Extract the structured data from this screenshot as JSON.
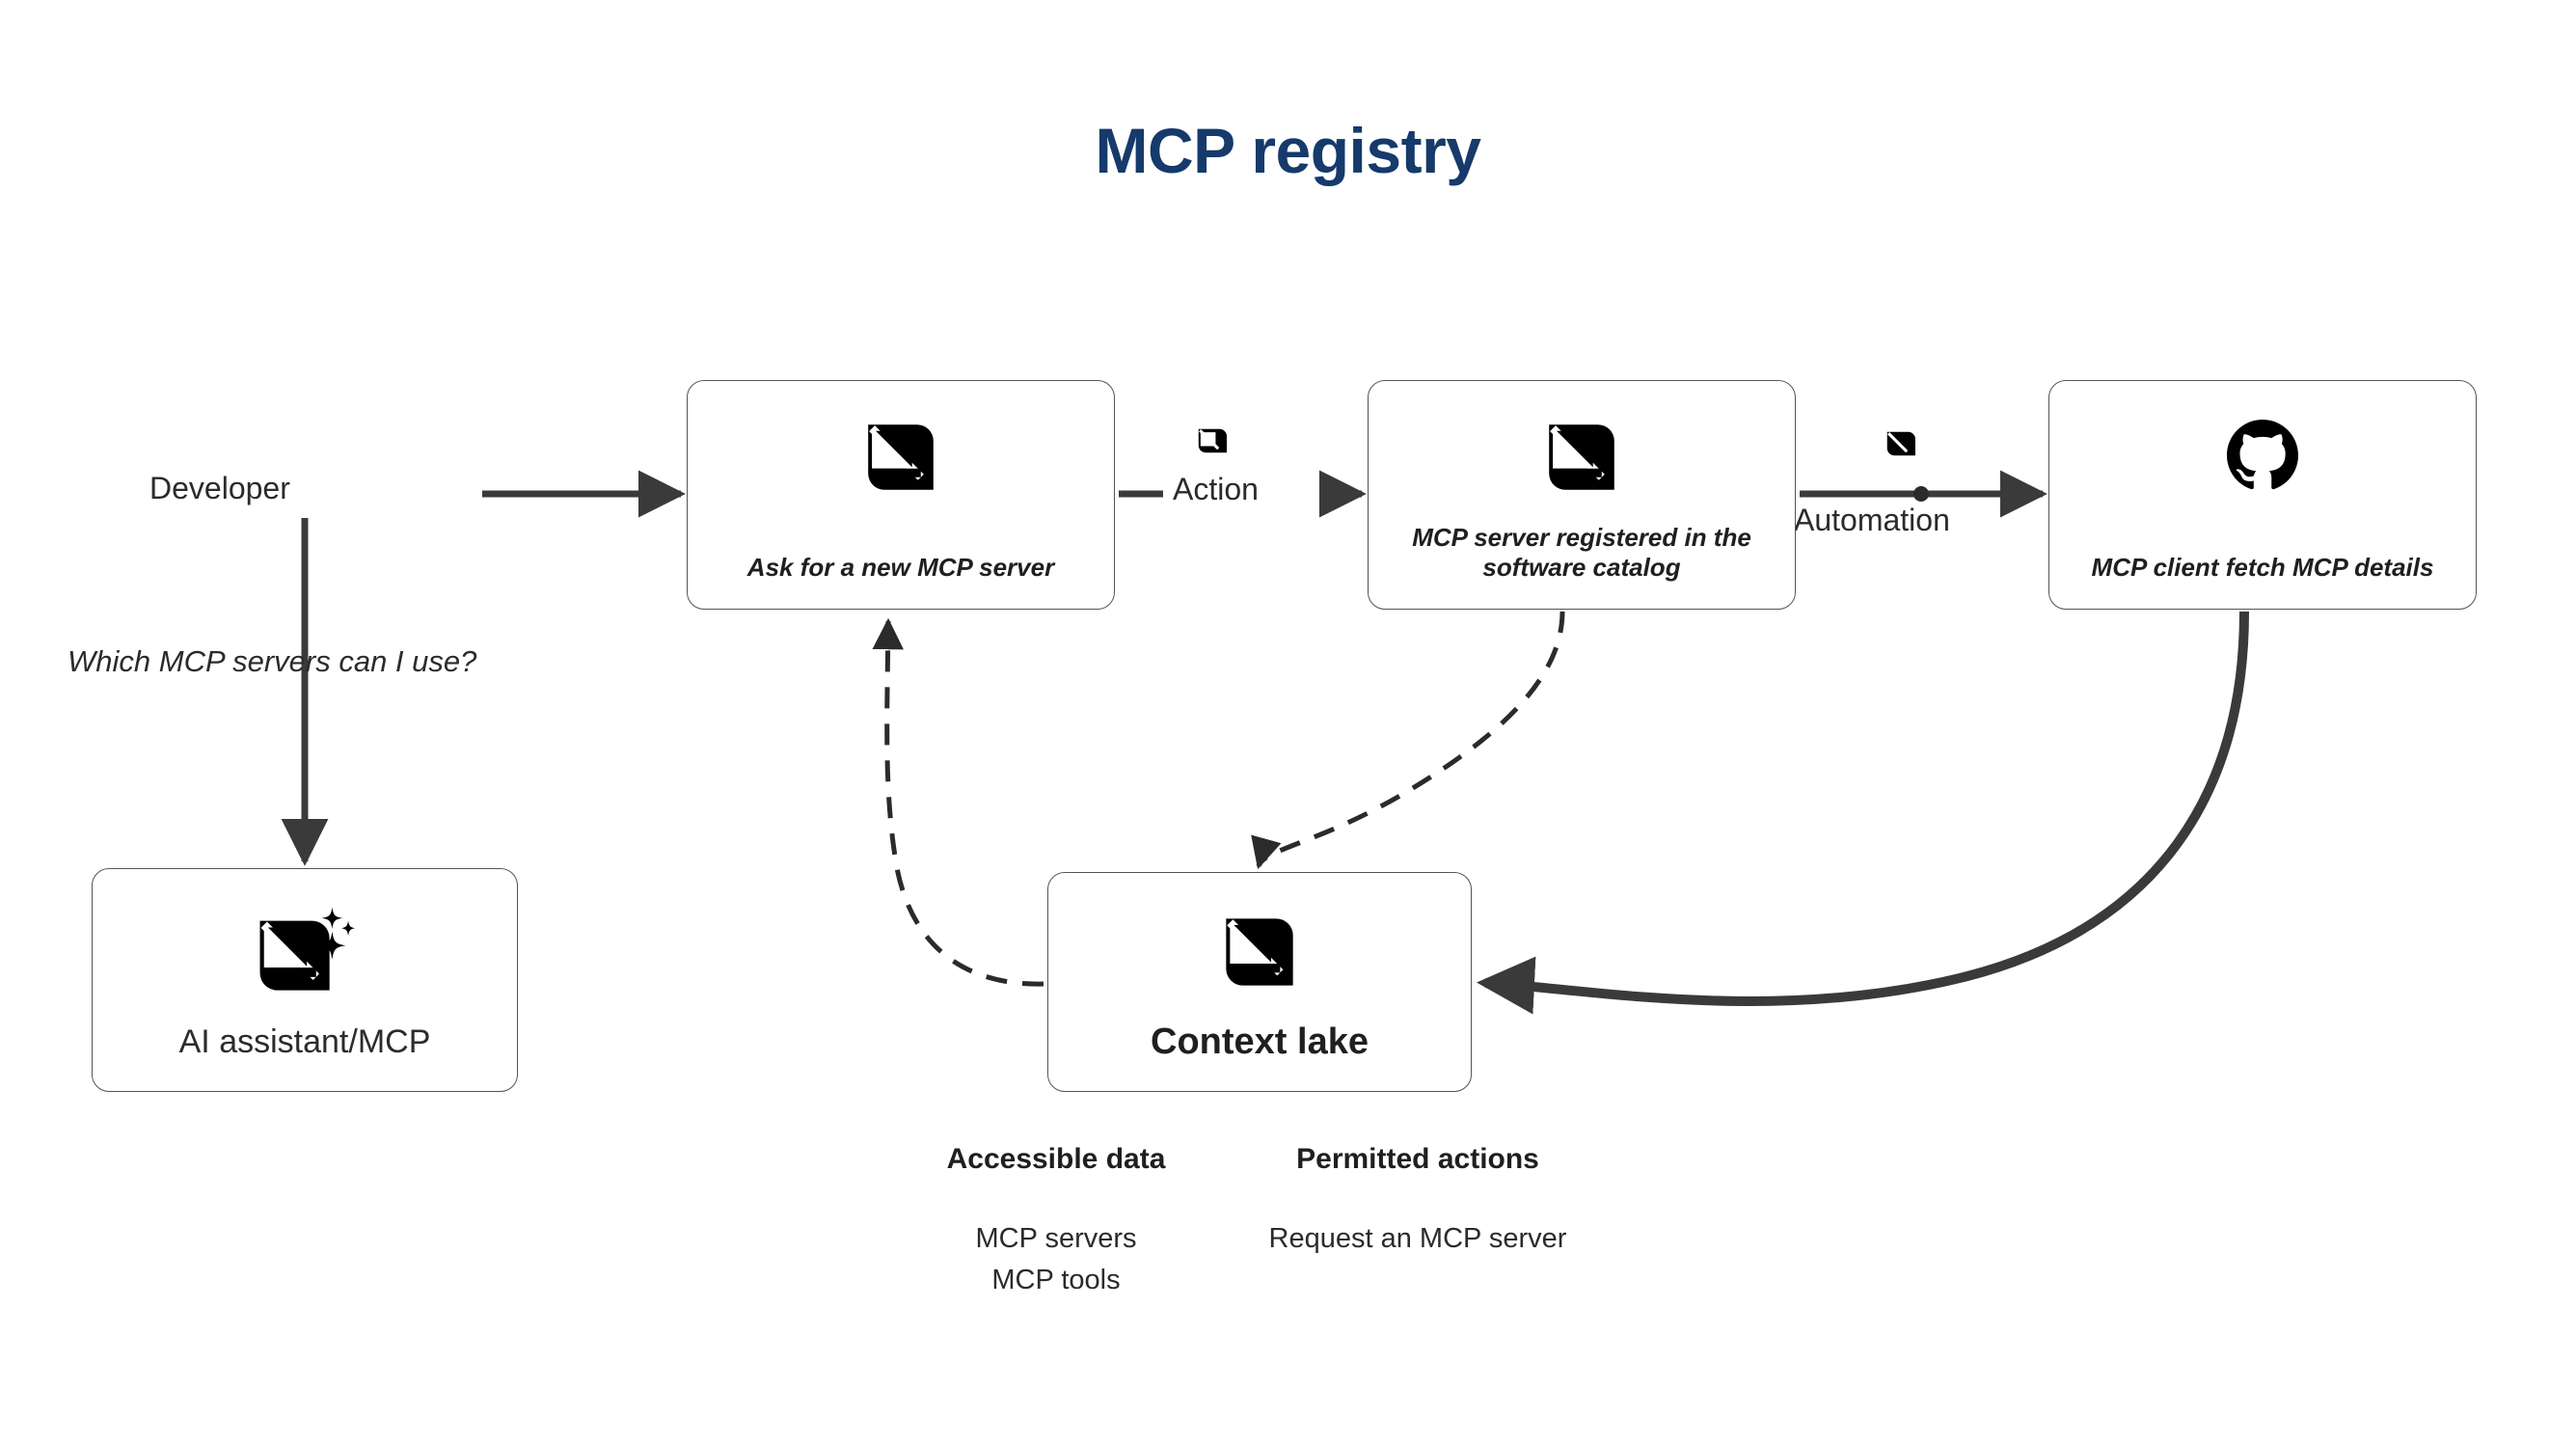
{
  "title": "MCP registry",
  "colors": {
    "title": "#153a6b",
    "node_border": "#555555",
    "edge": "#3a3a3a",
    "text": "#2b2b2b",
    "icon": "#000000",
    "background": "#ffffff"
  },
  "actors": {
    "developer_label": "Developer",
    "developer_question": "Which MCP servers can I use?"
  },
  "nodes": [
    {
      "id": "ai-assistant",
      "label": "AI assistant/MCP",
      "icon": "mcp-sparkle-icon",
      "style": "regular"
    },
    {
      "id": "ask-new-server",
      "label": "Ask for a new MCP server",
      "icon": "mcp-icon",
      "style": "bold-italic"
    },
    {
      "id": "registered-catalog",
      "label": "MCP server registered in the software catalog",
      "icon": "mcp-icon",
      "style": "bold-italic"
    },
    {
      "id": "client-fetch",
      "label": "MCP client fetch MCP details",
      "icon": "github-icon",
      "style": "bold-italic"
    },
    {
      "id": "context-lake",
      "label": "Context lake",
      "icon": "mcp-icon",
      "style": "bold"
    }
  ],
  "edges": [
    {
      "id": "developer-to-ask",
      "label": "",
      "style": "solid-arrow"
    },
    {
      "id": "developer-to-assistant",
      "label": "",
      "style": "solid-arrow"
    },
    {
      "id": "ask-to-registered",
      "label": "Action",
      "icon": "mcp-icon",
      "style": "solid-arrow"
    },
    {
      "id": "registered-to-fetch",
      "label": "Automation",
      "icon": "mcp-icon",
      "style": "solid-arrow-dot"
    },
    {
      "id": "registered-to-lake",
      "label": "",
      "style": "dashed-arrow"
    },
    {
      "id": "lake-to-ask",
      "label": "",
      "style": "dashed-arrow"
    },
    {
      "id": "fetch-to-lake",
      "label": "",
      "style": "thick-solid-arrow"
    }
  ],
  "legend": {
    "accessible_data": {
      "heading": "Accessible data",
      "items": [
        "MCP servers",
        "MCP tools"
      ]
    },
    "permitted_actions": {
      "heading": "Permitted actions",
      "items": [
        "Request an MCP server"
      ]
    }
  }
}
